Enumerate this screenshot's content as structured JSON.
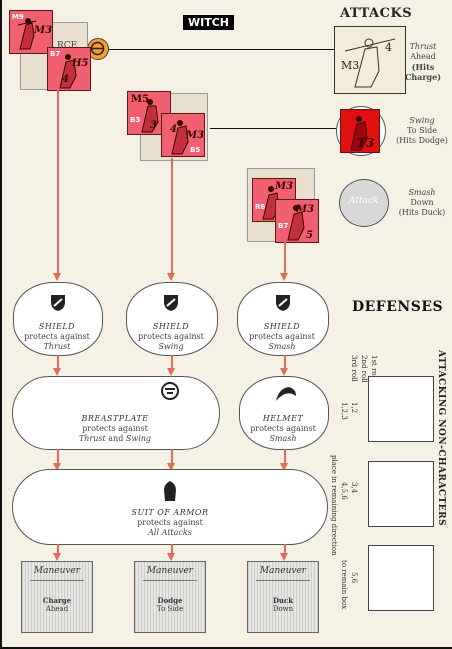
{
  "header": {
    "witch_label": "WITCH",
    "attacks_title": "ATTACKS",
    "defenses_title": "DEFENSES"
  },
  "counters": {
    "c1": {
      "corner": "M9",
      "label": "M3"
    },
    "c2": {
      "corner": "B7",
      "label": "H5",
      "num": "4"
    },
    "c3": {
      "label": "M5",
      "corner": "B3",
      "num": "3"
    },
    "c4": {
      "label": "M3",
      "corner": "B5",
      "num": "4"
    },
    "c5": {
      "label": "M3",
      "corner": "R6"
    },
    "c6": {
      "label": "M3",
      "corner": "B7",
      "num": "5"
    },
    "thrust_counter": {
      "label": "M3",
      "num": "4"
    },
    "swing_counter": {
      "label": "T3"
    },
    "smash_circle": {
      "label": "Attack"
    },
    "underlay_text": "RCE"
  },
  "attacks": [
    {
      "title": "Thrust",
      "line2": "Ahead",
      "line3": "(Hits Charge)",
      "line3_bold": "Charge"
    },
    {
      "title": "Swing",
      "line2": "To Side",
      "line3": "(Hits Dodge)",
      "line3_bold": "Dodge"
    },
    {
      "title": "Smash",
      "line2": "Down",
      "line3": "(Hits Duck)",
      "line3_bold": "Duck"
    }
  ],
  "defenses": {
    "shield1": {
      "title": "SHIELD",
      "l1": "protects against",
      "l2": "Thrust"
    },
    "shield2": {
      "title": "SHIELD",
      "l1": "protects against",
      "l2": "Swing"
    },
    "shield3": {
      "title": "SHIELD",
      "l1": "protects against",
      "l2": "Smash"
    },
    "breastplate": {
      "title": "BREASTPLATE",
      "l1": "protects against",
      "l2a": "Thrust",
      "l2b": "and",
      "l2c": "Swing"
    },
    "helmet": {
      "title": "HELMET",
      "l1": "protects against",
      "l2": "Smash"
    },
    "armor": {
      "title": "SUIT OF ARMOR",
      "l1": "protects against",
      "l2": "All Attacks"
    }
  },
  "maneuvers": [
    {
      "title": "Maneuver",
      "l1": "Charge",
      "l2": "Ahead"
    },
    {
      "title": "Maneuver",
      "l1": "Dodge",
      "l2": "To Side"
    },
    {
      "title": "Maneuver",
      "l1": "Duck",
      "l2": "Down"
    }
  ],
  "side_panel": {
    "title": "ATTACKING NON-CHARACTERS",
    "rolls": [
      "1st roll",
      "2nd roll",
      "3rd roll"
    ],
    "r1": "1,2",
    "r2": "1,2,3",
    "r3": "3,4",
    "r4": "4,5,6",
    "r5": "5,6",
    "place": "place in remaining direction",
    "to_row": "to remain box"
  },
  "colors": {
    "arrow": "#e06c5e",
    "counter_red": "#f06070",
    "counter_bright": "#e01010",
    "orange": "#f4a030"
  }
}
